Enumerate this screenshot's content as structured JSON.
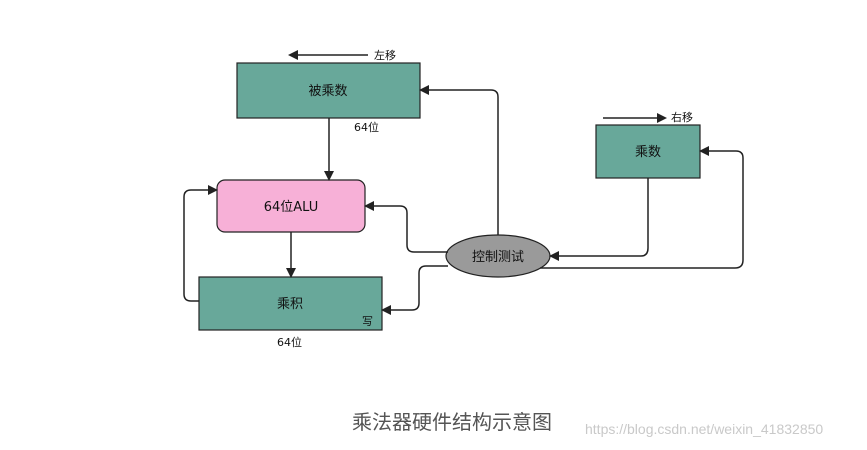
{
  "diagram": {
    "multiplicand": {
      "label": "被乘数",
      "width_label": "64位",
      "shift_label": "左移"
    },
    "multiplier": {
      "label": "乘数",
      "shift_label": "右移"
    },
    "alu": {
      "label": "64位ALU"
    },
    "product": {
      "label": "乘积",
      "width_label": "64位",
      "write_label": "写"
    },
    "control": {
      "label": "控制测试"
    }
  },
  "caption": "乘法器硬件结构示意图",
  "watermark": "https://blog.csdn.net/weixin_41832850",
  "colors": {
    "register_fill": "#68a89a",
    "alu_fill": "#f7b0d7",
    "control_fill": "#9a9a9a",
    "stroke": "#222222"
  }
}
